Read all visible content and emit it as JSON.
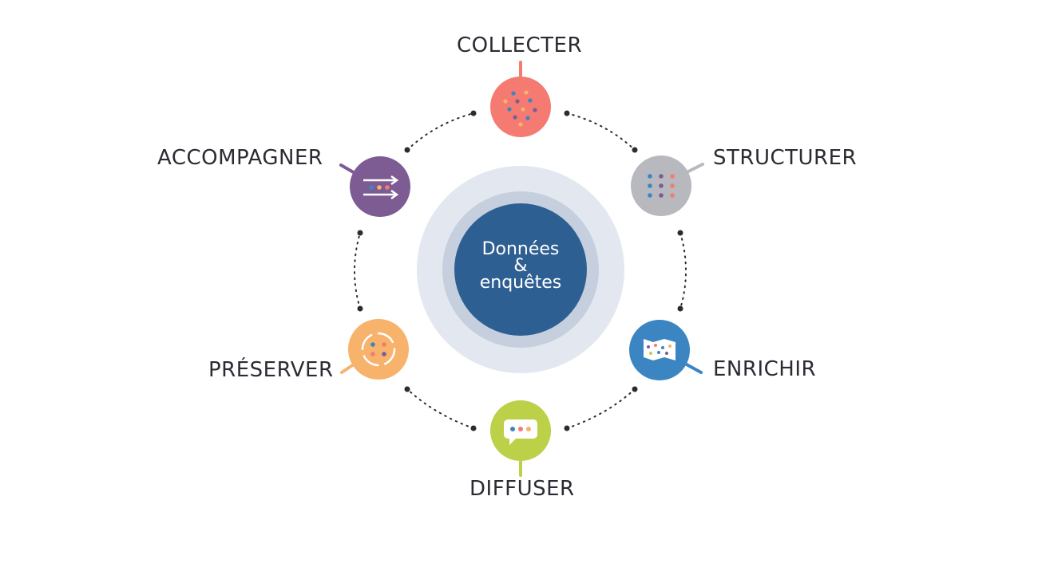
{
  "center": {
    "line1": "Données",
    "line2": "&",
    "line3": "enquêtes"
  },
  "steps": [
    {
      "label": "COLLECTER",
      "icon": "scatter-dots-icon",
      "color": "#f47a72"
    },
    {
      "label": "STRUCTURER",
      "icon": "grid-dots-icon",
      "color": "#b8b9be"
    },
    {
      "label": "ENRICHIR",
      "icon": "map-dots-icon",
      "color": "#3b86c2"
    },
    {
      "label": "DIFFUSER",
      "icon": "chat-bubble-icon",
      "color": "#bcd048"
    },
    {
      "label": "PRÉSERVER",
      "icon": "shield-ring-icon",
      "color": "#f7b36c"
    },
    {
      "label": "ACCOMPAGNER",
      "icon": "arrows-right-icon",
      "color": "#7d5c94"
    }
  ],
  "colors": {
    "center_fill": "#2e5f92",
    "ring_inner": "#c5cfdd",
    "ring_outer": "#e3e8f0",
    "dot": "#2b2b33",
    "dot_blue": "#3b86c2",
    "dot_purple": "#7d5c94",
    "dot_pink": "#f47a72",
    "dot_orange": "#f7b36c"
  }
}
